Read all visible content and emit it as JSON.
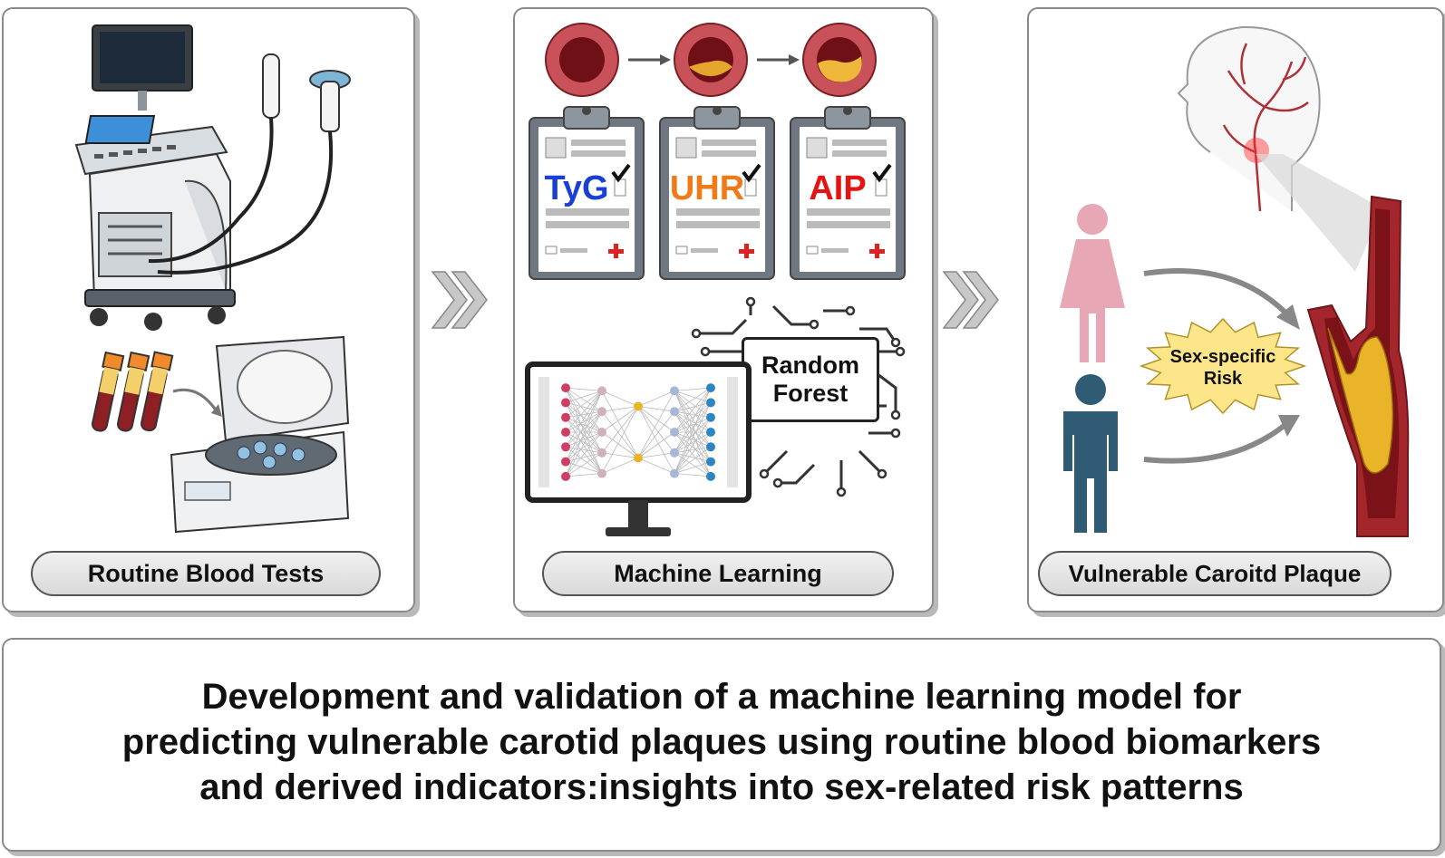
{
  "panels": {
    "blood_tests": {
      "label": "Routine Blood Tests"
    },
    "machine_learning": {
      "label": "Machine Learning",
      "clipboards": [
        {
          "text": "TyG",
          "color": "#1a3fd6"
        },
        {
          "text": "UHR",
          "color": "#f07a18"
        },
        {
          "text": "AIP",
          "color": "#e31414"
        }
      ],
      "model_box": {
        "line1": "Random",
        "line2": "Forest"
      }
    },
    "plaque": {
      "label": "Vulnerable Caroitd Plaque",
      "burst": {
        "line1": "Sex-specific",
        "line2": "Risk"
      }
    }
  },
  "title": {
    "line1": "Development and validation of a machine learning model for",
    "line2": "predicting vulnerable carotid plaques using routine blood biomarkers",
    "line3": "and derived indicators:insights into sex-related risk patterns"
  },
  "colors": {
    "female": "#e8a7b5",
    "male": "#2f5b74",
    "vessel": "#a3262c",
    "plaque": "#e9b428",
    "chevron": "#c8c8c8"
  }
}
